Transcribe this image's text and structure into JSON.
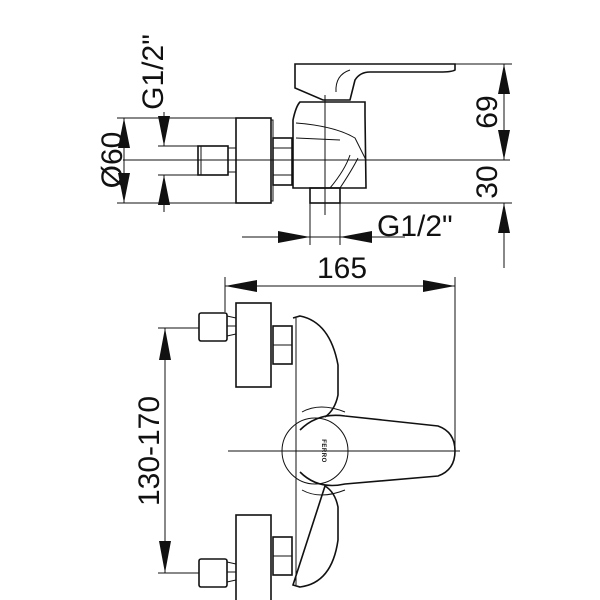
{
  "drawing": {
    "top_view": {
      "height_dim": "69",
      "outlet_dim": "30",
      "outlet_thread": "G1/2\"",
      "inlet_thread": "G1/2\"",
      "plate_diameter": "Ø60"
    },
    "front_view": {
      "width_dim": "165",
      "inlet_spacing": "130-170"
    },
    "brand_marking": "FERRO"
  }
}
